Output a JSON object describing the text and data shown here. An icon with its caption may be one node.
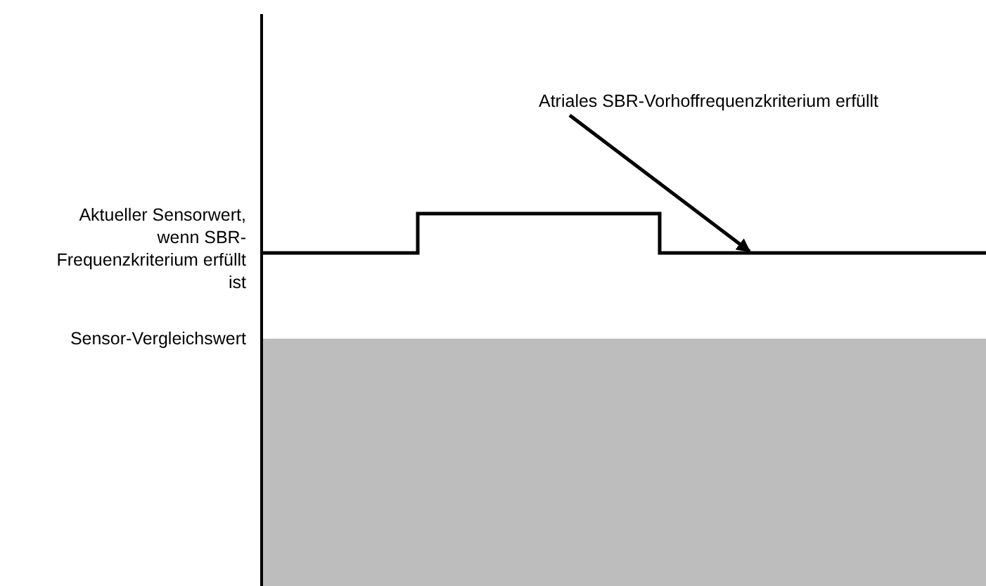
{
  "diagram": {
    "nodes": [
      {
        "text": [
          "Atriales SBR-Vorhoffrequenzkriterium erfüllt"
        ]
      },
      {
        "text": [],
        "shape": "line"
      }
    ],
    "edges": [
      {
        "from": 0,
        "to": 1,
        "arrow": "to"
      }
    ],
    "labels": [
      "Aktueller Sensorwert, wenn SBR-Frequenzkriterium erfüllt ist",
      "Sensor-Vergleichswert"
    ]
  }
}
